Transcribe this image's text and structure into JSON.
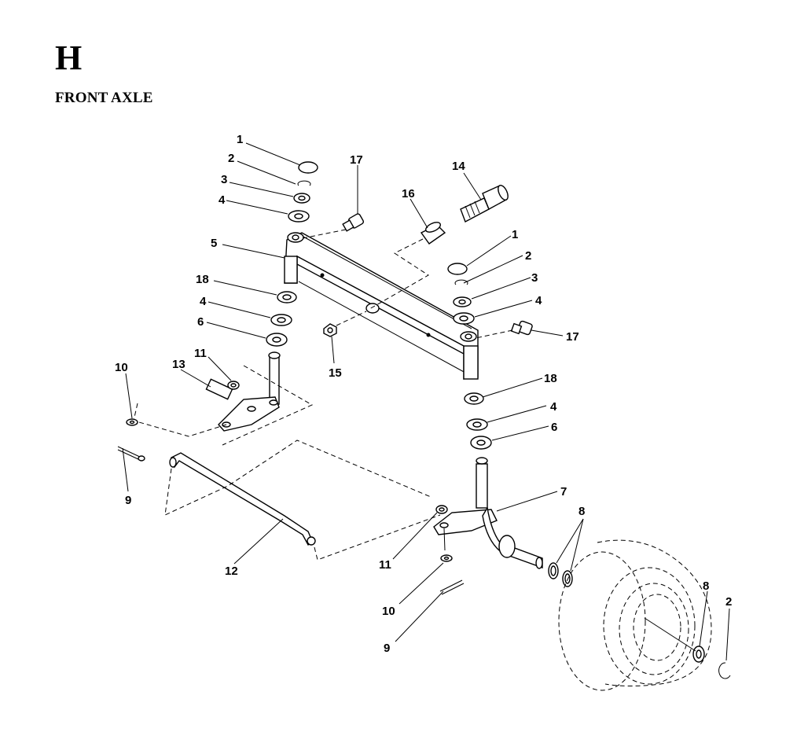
{
  "header": {
    "letter": "H",
    "title": "FRONT AXLE"
  },
  "callouts": [
    "1",
    "2",
    "3",
    "4",
    "5",
    "18",
    "4",
    "6",
    "17",
    "16",
    "14",
    "1",
    "2",
    "3",
    "4",
    "17",
    "15",
    "10",
    "11",
    "13",
    "9",
    "12",
    "18",
    "4",
    "6",
    "7",
    "8",
    "11",
    "10",
    "9",
    "8",
    "2"
  ]
}
